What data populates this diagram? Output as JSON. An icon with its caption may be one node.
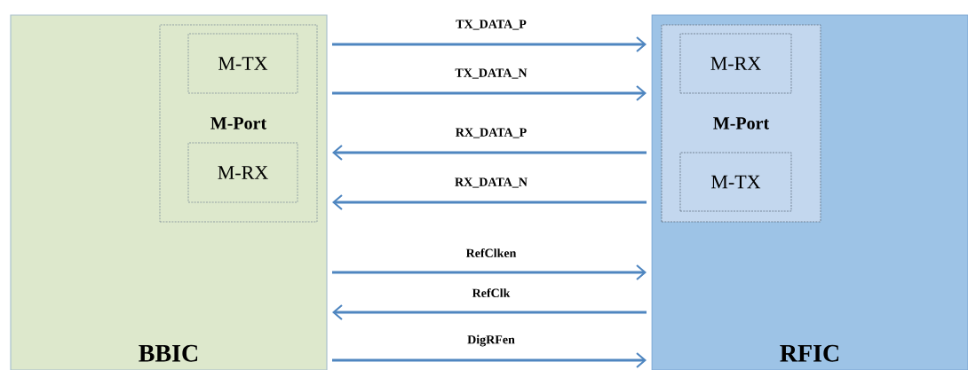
{
  "diagram": {
    "nodes": [
      {
        "text": [
          "BBIC"
        ]
      },
      {
        "text": [
          "M-Port"
        ],
        "in": 0
      },
      {
        "text": [
          "M-TX"
        ],
        "in": 1
      },
      {
        "text": [
          "M-RX"
        ],
        "in": 1
      },
      {
        "text": [
          "RFIC"
        ]
      },
      {
        "text": [
          "M-Port"
        ],
        "in": 4
      },
      {
        "text": [
          "M-RX"
        ],
        "in": 5
      },
      {
        "text": [
          "M-TX"
        ],
        "in": 5
      }
    ],
    "edges": [
      {
        "from": 0,
        "to": 4,
        "arrow": "to",
        "label": "TX_DATA_P"
      },
      {
        "from": 0,
        "to": 4,
        "arrow": "to",
        "label": "TX_DATA_N"
      },
      {
        "from": 4,
        "to": 0,
        "arrow": "to",
        "label": "RX_DATA_P"
      },
      {
        "from": 4,
        "to": 0,
        "arrow": "to",
        "label": "RX_DATA_N"
      },
      {
        "from": 0,
        "to": 4,
        "arrow": "to",
        "label": "RefClken"
      },
      {
        "from": 4,
        "to": 0,
        "arrow": "to",
        "label": "RefClk"
      },
      {
        "from": 0,
        "to": 4,
        "arrow": "to",
        "label": "DigRFen"
      }
    ]
  }
}
